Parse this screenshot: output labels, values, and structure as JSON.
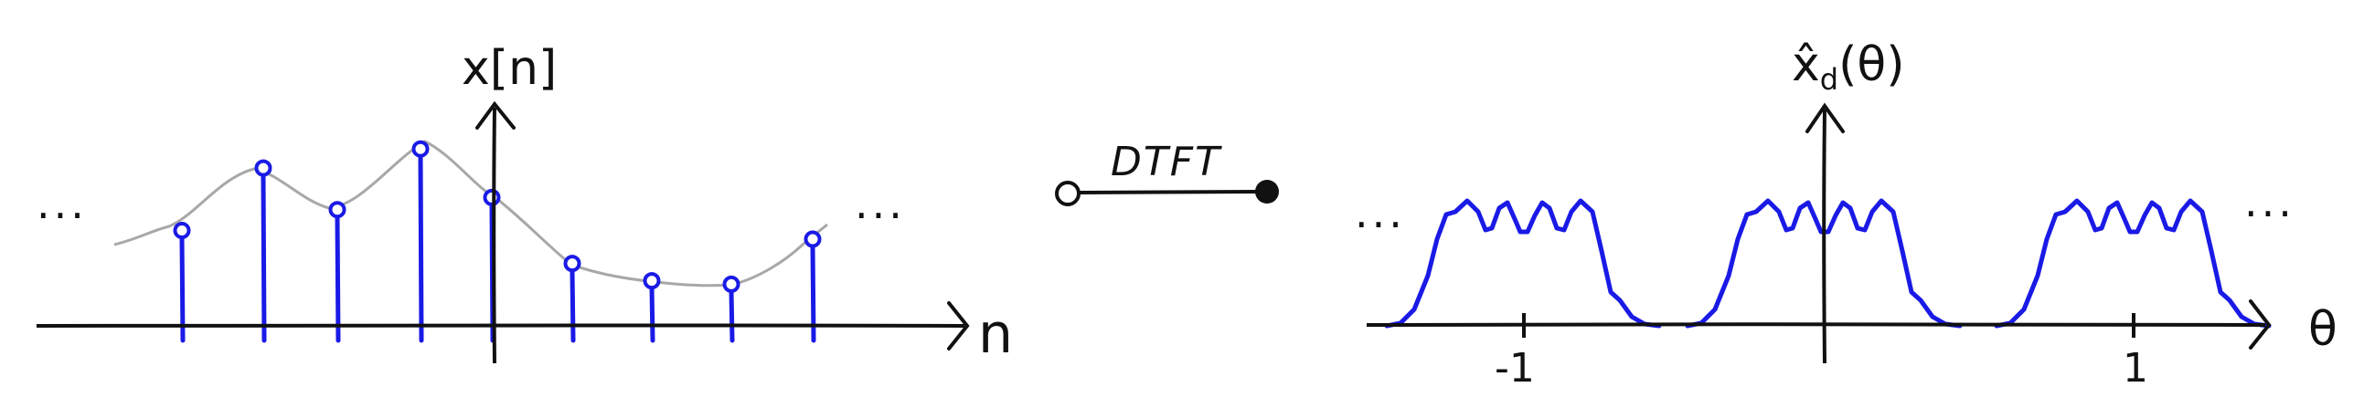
{
  "left_plot": {
    "y_label": "x[n]",
    "x_label": "n",
    "dots_left": "···",
    "dots_right": "···",
    "samples": [
      {
        "n": -4,
        "value": 0.55
      },
      {
        "n": -3,
        "value": 0.91
      },
      {
        "n": -2,
        "value": 0.67
      },
      {
        "n": -1,
        "value": 1.02
      },
      {
        "n": 0,
        "value": 0.74
      },
      {
        "n": 1,
        "value": 0.36
      },
      {
        "n": 2,
        "value": 0.26
      },
      {
        "n": 3,
        "value": 0.24
      },
      {
        "n": 4,
        "value": 0.5
      }
    ],
    "colors": {
      "stem": "#1a1ae6",
      "envelope": "#a8a8a8",
      "axis": "#111111"
    }
  },
  "transform": {
    "label": "DTFT"
  },
  "right_plot": {
    "y_label": "x̂d(θ)",
    "y_label_main": "x̂",
    "y_label_sub": "d",
    "y_label_arg": "(θ)",
    "x_label": "θ",
    "dots_left": "···",
    "dots_right": "···",
    "ticks": [
      "-1",
      "1"
    ],
    "curve_color": "#1a1ae6"
  }
}
